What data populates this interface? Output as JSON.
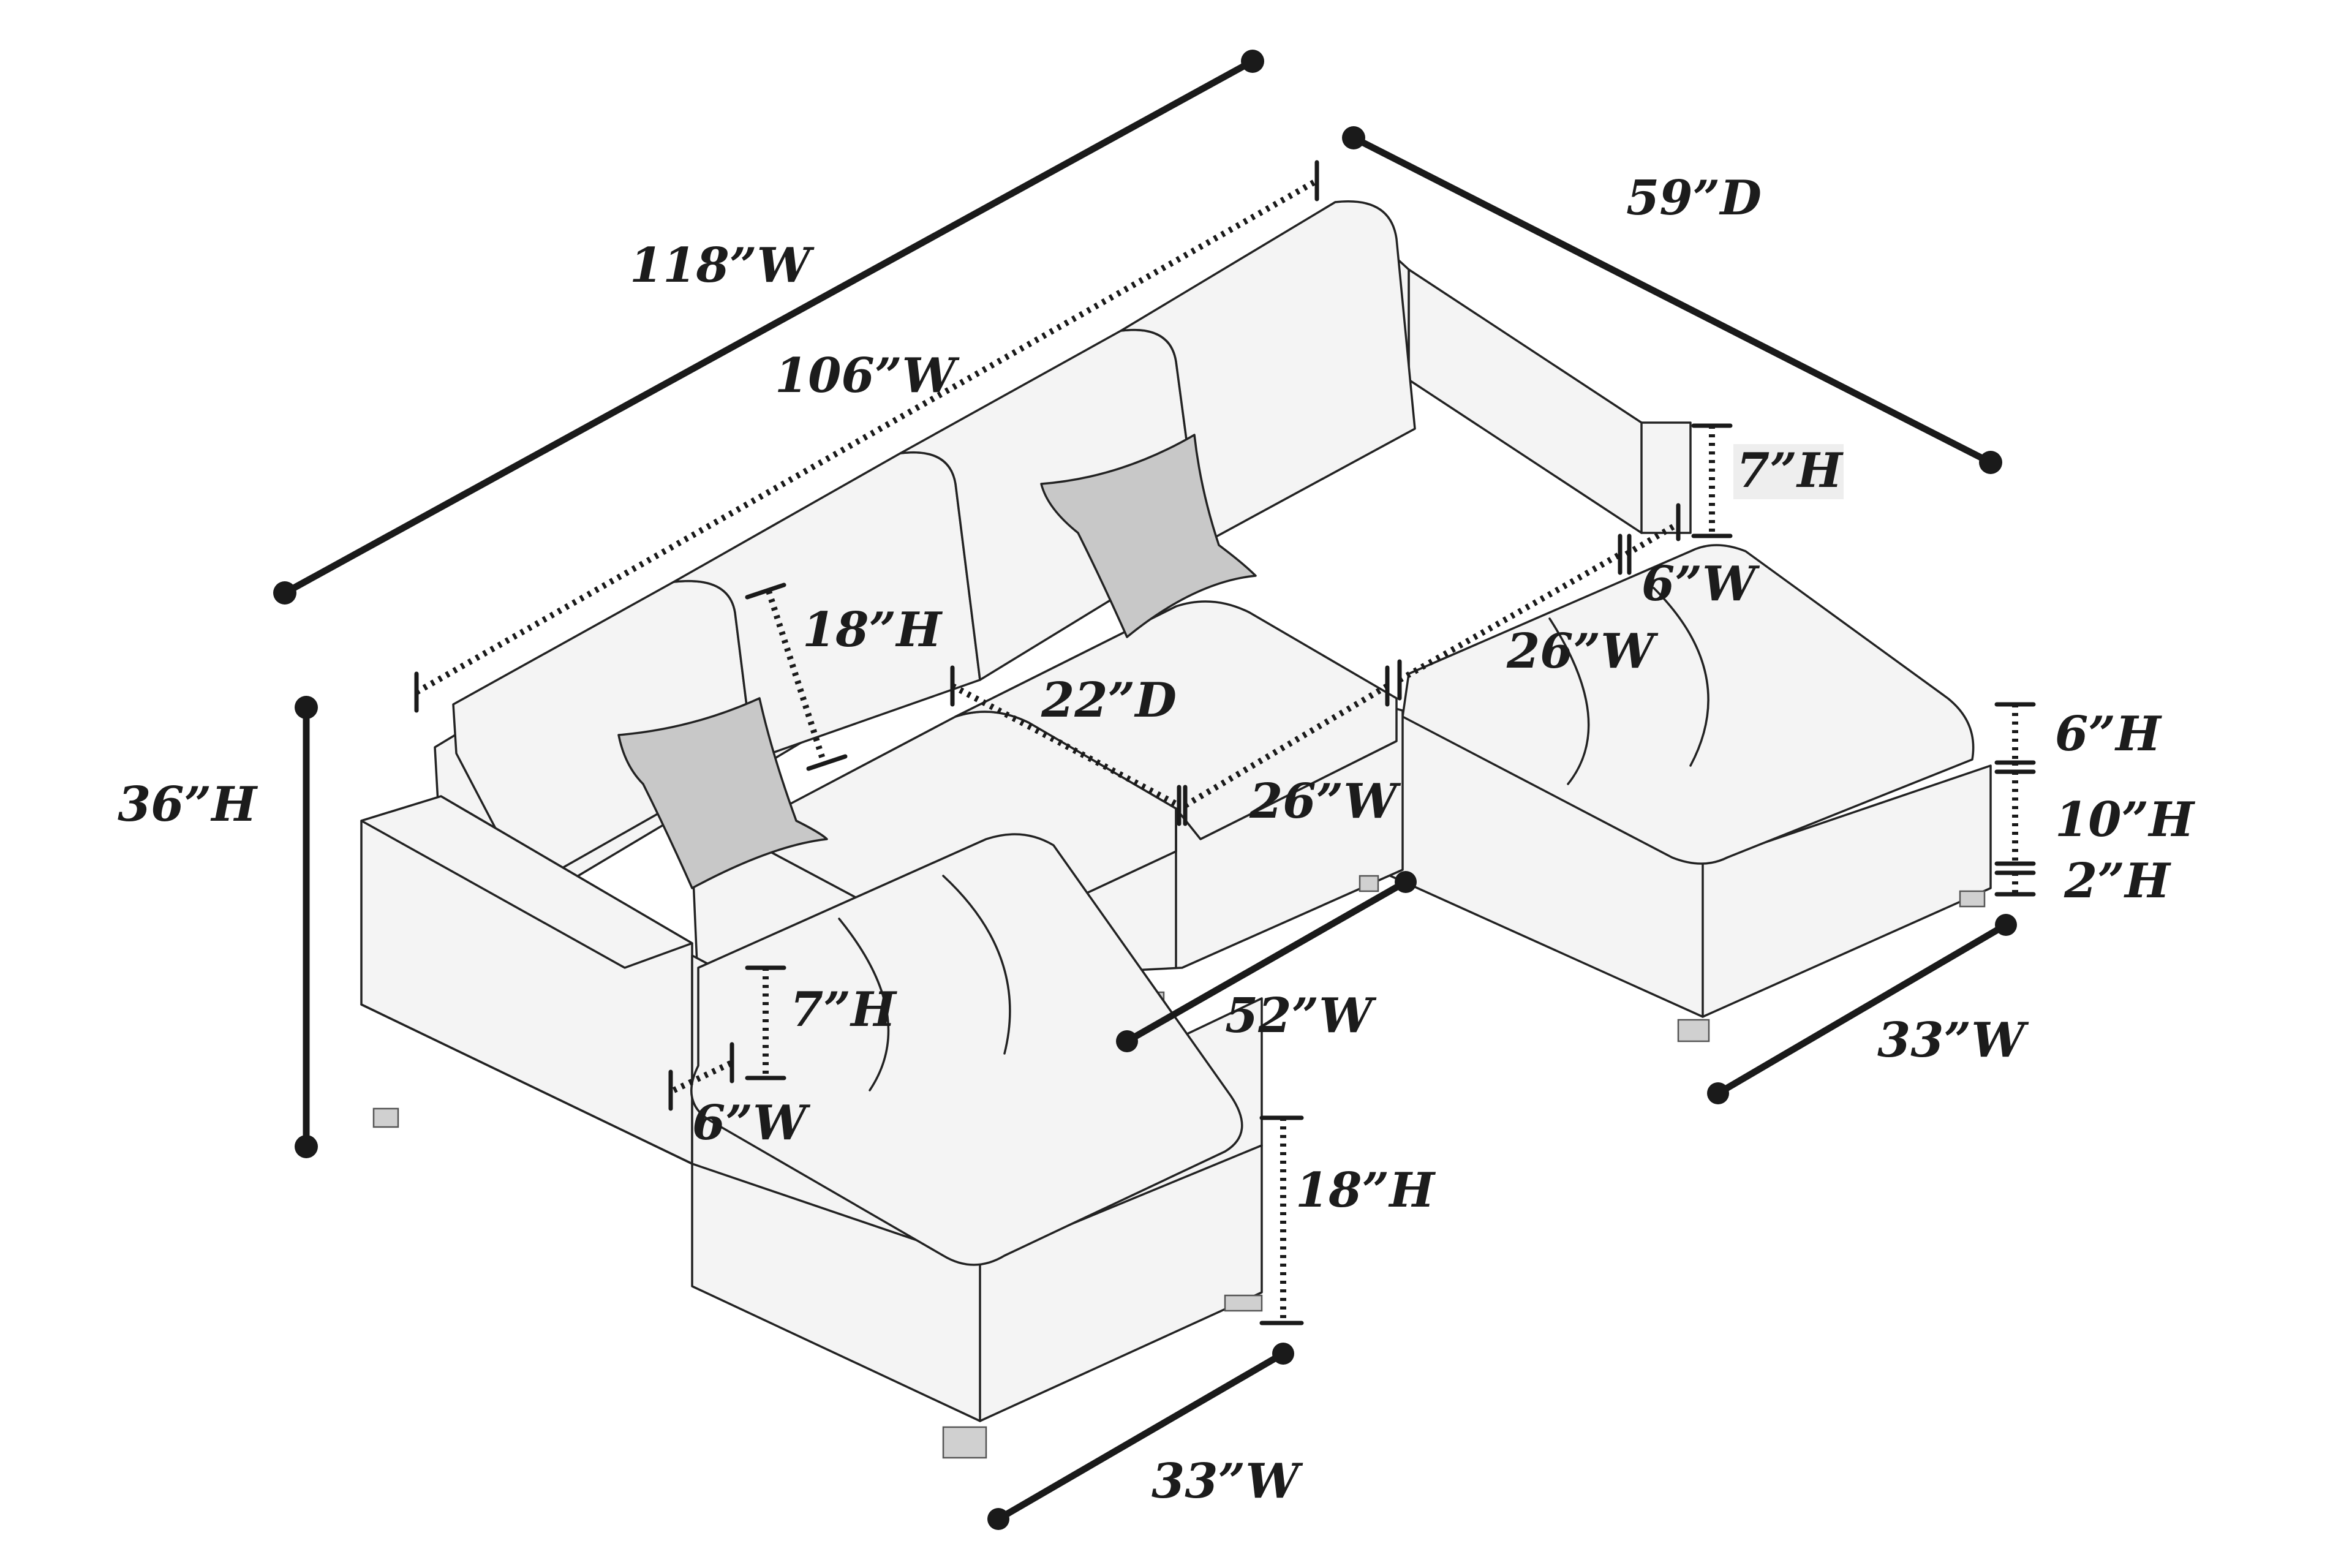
{
  "labels": {
    "overall_width": "118”W",
    "back_width": "106”W",
    "overall_depth": "59”D",
    "overall_height": "36”H",
    "back_cushion_height": "18”H",
    "seat_depth": "22”D",
    "middle_seat_width": "26”W",
    "right_seat_width": "26”W",
    "middle_section_width": "52”W",
    "right_arm_height": "7”H",
    "right_arm_width": "6”W",
    "left_arm_height": "7”H",
    "left_arm_width": "6”W",
    "cushion_height": "6”H",
    "base_height": "10”H",
    "leg_height": "2”H",
    "right_chaise_width": "33”W",
    "left_chaise_width": "33”W",
    "seat_height": "18”H"
  },
  "colors": {
    "line": "#222222",
    "body": "#f4f4f4",
    "pillow": "#c8c8c8"
  }
}
